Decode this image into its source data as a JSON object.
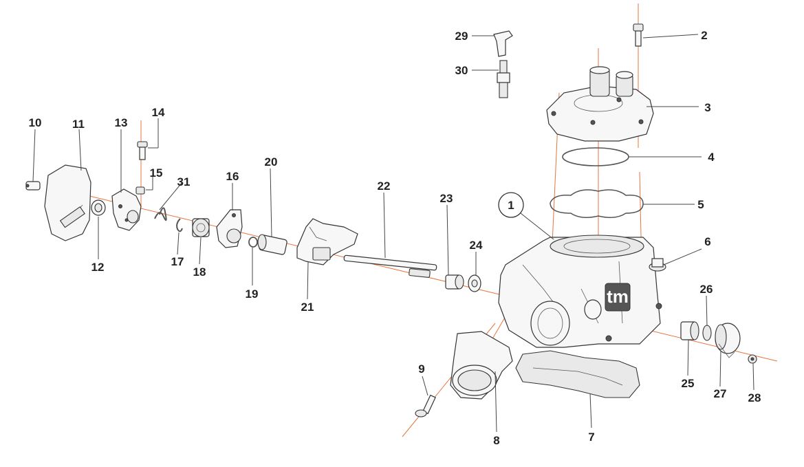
{
  "callouts": [
    {
      "id": "c1",
      "label": "1"
    },
    {
      "id": "c2",
      "label": "2"
    },
    {
      "id": "c3",
      "label": "3"
    },
    {
      "id": "c4",
      "label": "4"
    },
    {
      "id": "c5",
      "label": "5"
    },
    {
      "id": "c6",
      "label": "6"
    },
    {
      "id": "c7",
      "label": "7"
    },
    {
      "id": "c8",
      "label": "8"
    },
    {
      "id": "c9",
      "label": "9"
    },
    {
      "id": "c10",
      "label": "10"
    },
    {
      "id": "c11",
      "label": "11"
    },
    {
      "id": "c12",
      "label": "12"
    },
    {
      "id": "c13",
      "label": "13"
    },
    {
      "id": "c14",
      "label": "14"
    },
    {
      "id": "c15",
      "label": "15"
    },
    {
      "id": "c16",
      "label": "16"
    },
    {
      "id": "c17",
      "label": "17"
    },
    {
      "id": "c18",
      "label": "18"
    },
    {
      "id": "c19",
      "label": "19"
    },
    {
      "id": "c20",
      "label": "20"
    },
    {
      "id": "c21",
      "label": "21"
    },
    {
      "id": "c22",
      "label": "22"
    },
    {
      "id": "c23",
      "label": "23"
    },
    {
      "id": "c24",
      "label": "24"
    },
    {
      "id": "c25",
      "label": "25"
    },
    {
      "id": "c26",
      "label": "26"
    },
    {
      "id": "c27",
      "label": "27"
    },
    {
      "id": "c28",
      "label": "28"
    },
    {
      "id": "c29",
      "label": "29"
    },
    {
      "id": "c30",
      "label": "30"
    },
    {
      "id": "c31",
      "label": "31"
    }
  ],
  "logo_text": "tm",
  "colors": {
    "axis_line": "#e8743b",
    "outline": "#333333",
    "label": "#222222"
  }
}
